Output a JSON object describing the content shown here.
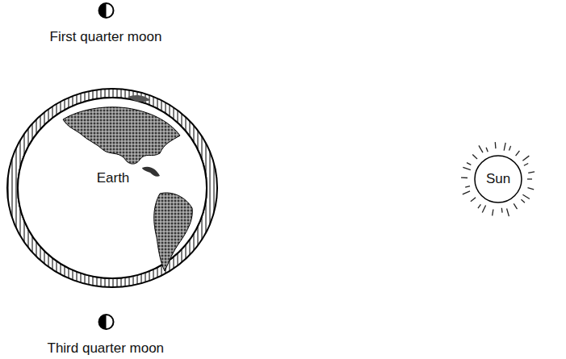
{
  "diagram": {
    "nodes": [
      {
        "text": [
          "First quarter moon"
        ]
      },
      {
        "text": [
          "Earth"
        ]
      },
      {
        "text": [
          "Sun"
        ]
      },
      {
        "text": [
          "Third quarter moon"
        ]
      }
    ]
  }
}
